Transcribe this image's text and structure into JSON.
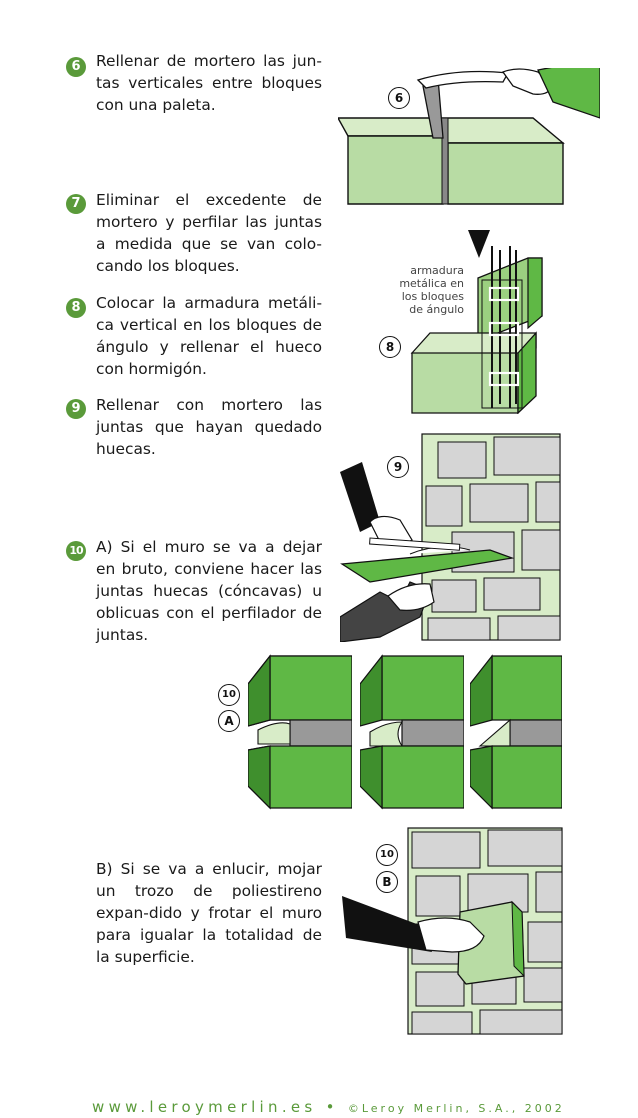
{
  "steps": [
    {
      "number": "6",
      "text": "Rellenar de mortero las jun-tas verticales entre bloques con una paleta."
    },
    {
      "number": "7",
      "text": "Eliminar el excedente de mortero y perfilar las juntas a medida que se van colo-cando los bloques."
    },
    {
      "number": "8",
      "text": "Colocar la armadura metáli-ca vertical en los bloques de ángulo y rellenar el hueco con hormigón."
    },
    {
      "number": "9",
      "text": "Rellenar con mortero las juntas que hayan quedado huecas."
    },
    {
      "number": "10",
      "text": "A) Si el muro se va a dejar en bruto, conviene hacer las juntas huecas (cóncavas) u oblicuas con el perfilador de juntas."
    },
    {
      "text": "B) Si se va a enlucir, mojar un trozo de poliestireno expan-dido y frotar el muro para igualar la totalidad de la superficie."
    }
  ],
  "figures": {
    "fig6_label": "6",
    "fig8_label": "8",
    "fig8_note": "armadura metálica en los bloques de ángulo",
    "fig9_label": "9",
    "fig10a_num": "10",
    "fig10a_letter": "A",
    "fig10b_num": "10",
    "fig10b_letter": "B"
  },
  "footer": {
    "url": "www.leroymerlin.es",
    "separator": "•",
    "copyright": "©Leroy Merlin, S.A., 2002"
  },
  "colors": {
    "accent": "#5a9a3a",
    "light_green": "#b8dca4",
    "mid_green": "#5fb845",
    "grey": "#cccccc"
  }
}
